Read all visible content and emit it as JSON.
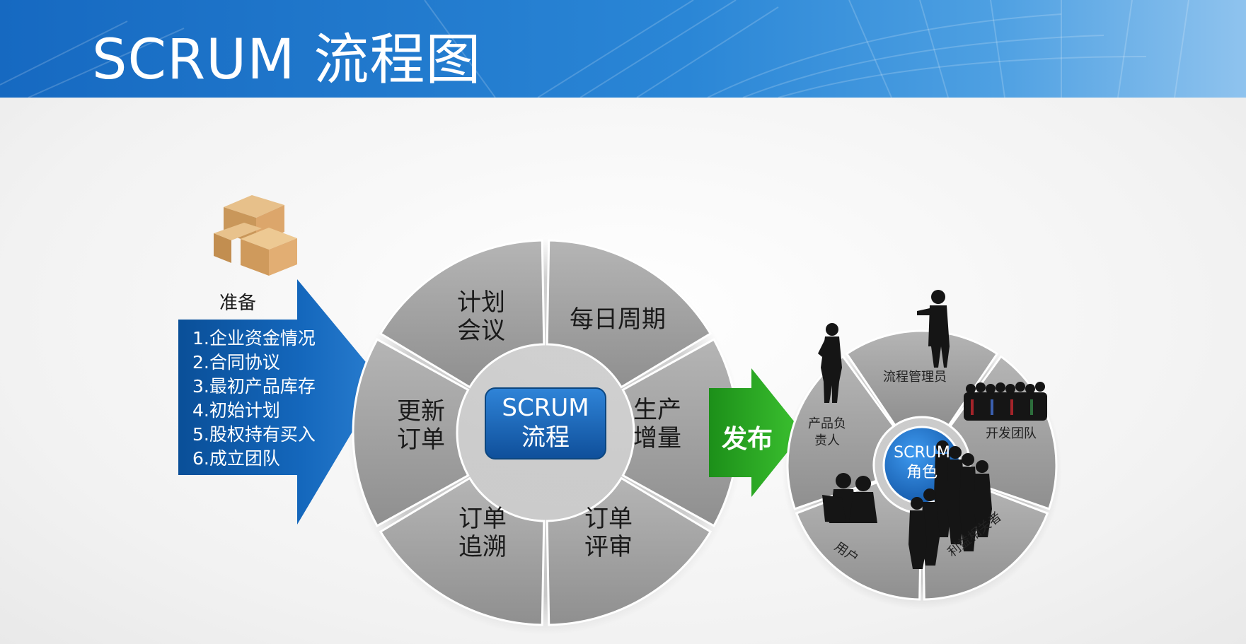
{
  "header": {
    "title": "SCRUM 流程图"
  },
  "preparation": {
    "label": "准备",
    "items": [
      "1.企业资金情况",
      "2.合同协议",
      "3.最初产品库存",
      "4.初始计划",
      "5.股权持有买入",
      "6.成立团队"
    ]
  },
  "scrum_cycle": {
    "center_line1": "SCRUM",
    "center_line2": "流程",
    "segments": [
      {
        "line1": "计划",
        "line2": "会议"
      },
      {
        "line1": "每日周期",
        "line2": ""
      },
      {
        "line1": "生产",
        "line2": "增量"
      },
      {
        "line1": "订单",
        "line2": "评审"
      },
      {
        "line1": "订单",
        "line2": "追溯"
      },
      {
        "line1": "更新",
        "line2": "订单"
      }
    ]
  },
  "release": {
    "label": "发布"
  },
  "roles": {
    "center_line1": "SCRUM",
    "center_line2": "角色",
    "items": [
      {
        "line1": "流程管理员",
        "line2": ""
      },
      {
        "line1": "开发团队",
        "line2": ""
      },
      {
        "line1": "利益相关者",
        "line2": ""
      },
      {
        "line1": "用户",
        "line2": ""
      },
      {
        "line1": "产品负",
        "line2": "责人"
      }
    ]
  },
  "colors": {
    "header_blue": "#1669c1",
    "arrow_blue": "#0d5fb0",
    "segment_gray": "#9c9c9c",
    "release_green": "#27a81f",
    "center_blue": "#1f74c9"
  }
}
